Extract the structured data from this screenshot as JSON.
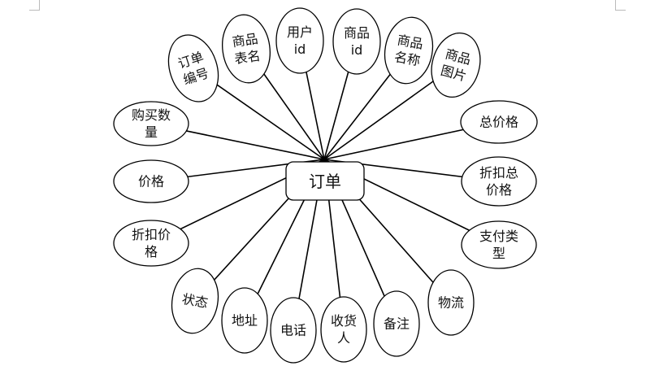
{
  "entity": {
    "lines": [
      "订单"
    ]
  },
  "attributes": [
    {
      "id": "order-no",
      "lines": [
        "订单",
        "编号"
      ]
    },
    {
      "id": "product-table",
      "lines": [
        "商品",
        "表名"
      ]
    },
    {
      "id": "user-id",
      "lines": [
        "用户",
        "id"
      ]
    },
    {
      "id": "product-id",
      "lines": [
        "商品",
        "id"
      ]
    },
    {
      "id": "product-name",
      "lines": [
        "商品",
        "名称"
      ]
    },
    {
      "id": "product-image",
      "lines": [
        "商品",
        "图片"
      ]
    },
    {
      "id": "total-price",
      "lines": [
        "总价格"
      ]
    },
    {
      "id": "discount-total",
      "lines": [
        "折扣总",
        "价格"
      ]
    },
    {
      "id": "payment-type",
      "lines": [
        "支付类",
        "型"
      ]
    },
    {
      "id": "logistics",
      "lines": [
        "物流"
      ]
    },
    {
      "id": "remark",
      "lines": [
        "备注"
      ]
    },
    {
      "id": "receiver",
      "lines": [
        "收货",
        "人"
      ]
    },
    {
      "id": "phone",
      "lines": [
        "电话"
      ]
    },
    {
      "id": "address",
      "lines": [
        "地址"
      ]
    },
    {
      "id": "status",
      "lines": [
        "状态"
      ]
    },
    {
      "id": "discount-price",
      "lines": [
        "折扣价",
        "格"
      ]
    },
    {
      "id": "price",
      "lines": [
        "价格"
      ]
    },
    {
      "id": "purchase-qty",
      "lines": [
        "购买数",
        "量"
      ]
    }
  ]
}
